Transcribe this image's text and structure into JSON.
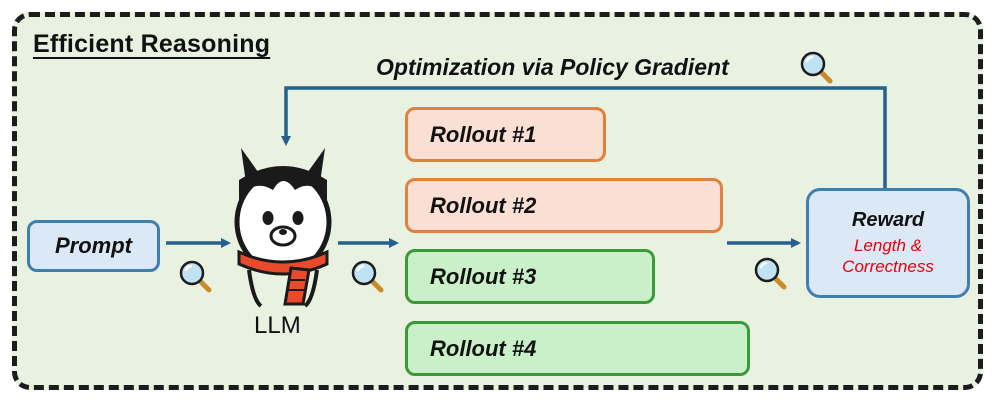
{
  "title": "Efficient Reasoning",
  "optimization_label": "Optimization via Policy Gradient",
  "prompt_label": "Prompt",
  "llm_label": "LLM",
  "rollouts": [
    "Rollout #1",
    "Rollout #2",
    "Rollout #3",
    "Rollout #4"
  ],
  "reward": {
    "title": "Reward",
    "line1": "Length &",
    "line2": "Correctness"
  },
  "icons": [
    "magnifier-icon",
    "llama-mascot-icon"
  ],
  "colors": {
    "background": "#e9f1e0",
    "arrow": "#27608c",
    "prompt_fill": "#dbe8f6",
    "prompt_border": "#3f7fb0",
    "rollout_orange_fill": "#fae0d4",
    "rollout_orange_border": "#e2803d",
    "rollout_green_fill": "#c9f0c9",
    "rollout_green_border": "#3a9a3a",
    "reward_text": "#e8000b",
    "scarf": "#e84a2b"
  }
}
